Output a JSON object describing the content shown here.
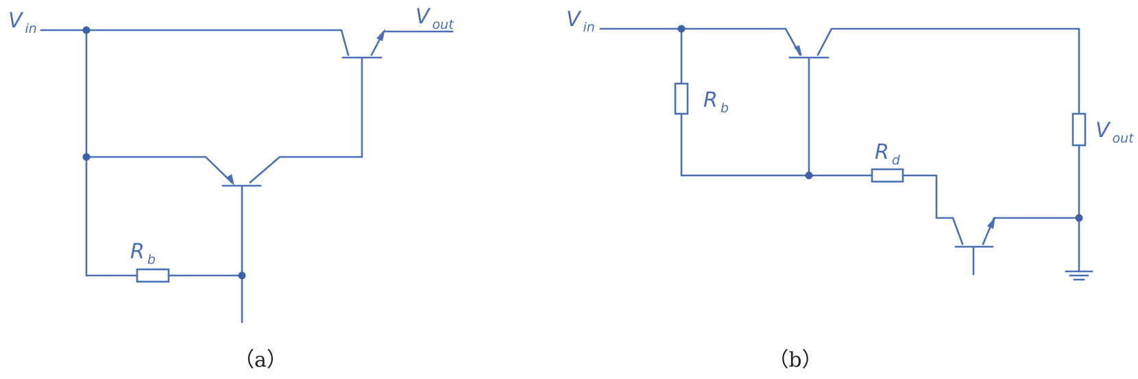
{
  "circuit_a": {
    "label_vin": {
      "main": "V",
      "sub": "in"
    },
    "label_vout": {
      "main": "V",
      "sub": "out"
    },
    "label_rb": {
      "main": "R",
      "sub": "b"
    },
    "caption": "（a）"
  },
  "circuit_b": {
    "label_vin": {
      "main": "V",
      "sub": "in"
    },
    "label_rb": {
      "main": "R",
      "sub": "b"
    },
    "label_rd": {
      "main": "R",
      "sub": "d"
    },
    "label_vout": {
      "main": "V",
      "sub": "out"
    },
    "caption": "（b）"
  },
  "colors": {
    "wire": "#4a6fb5",
    "node": "#3e62aa",
    "caption": "#222222"
  }
}
